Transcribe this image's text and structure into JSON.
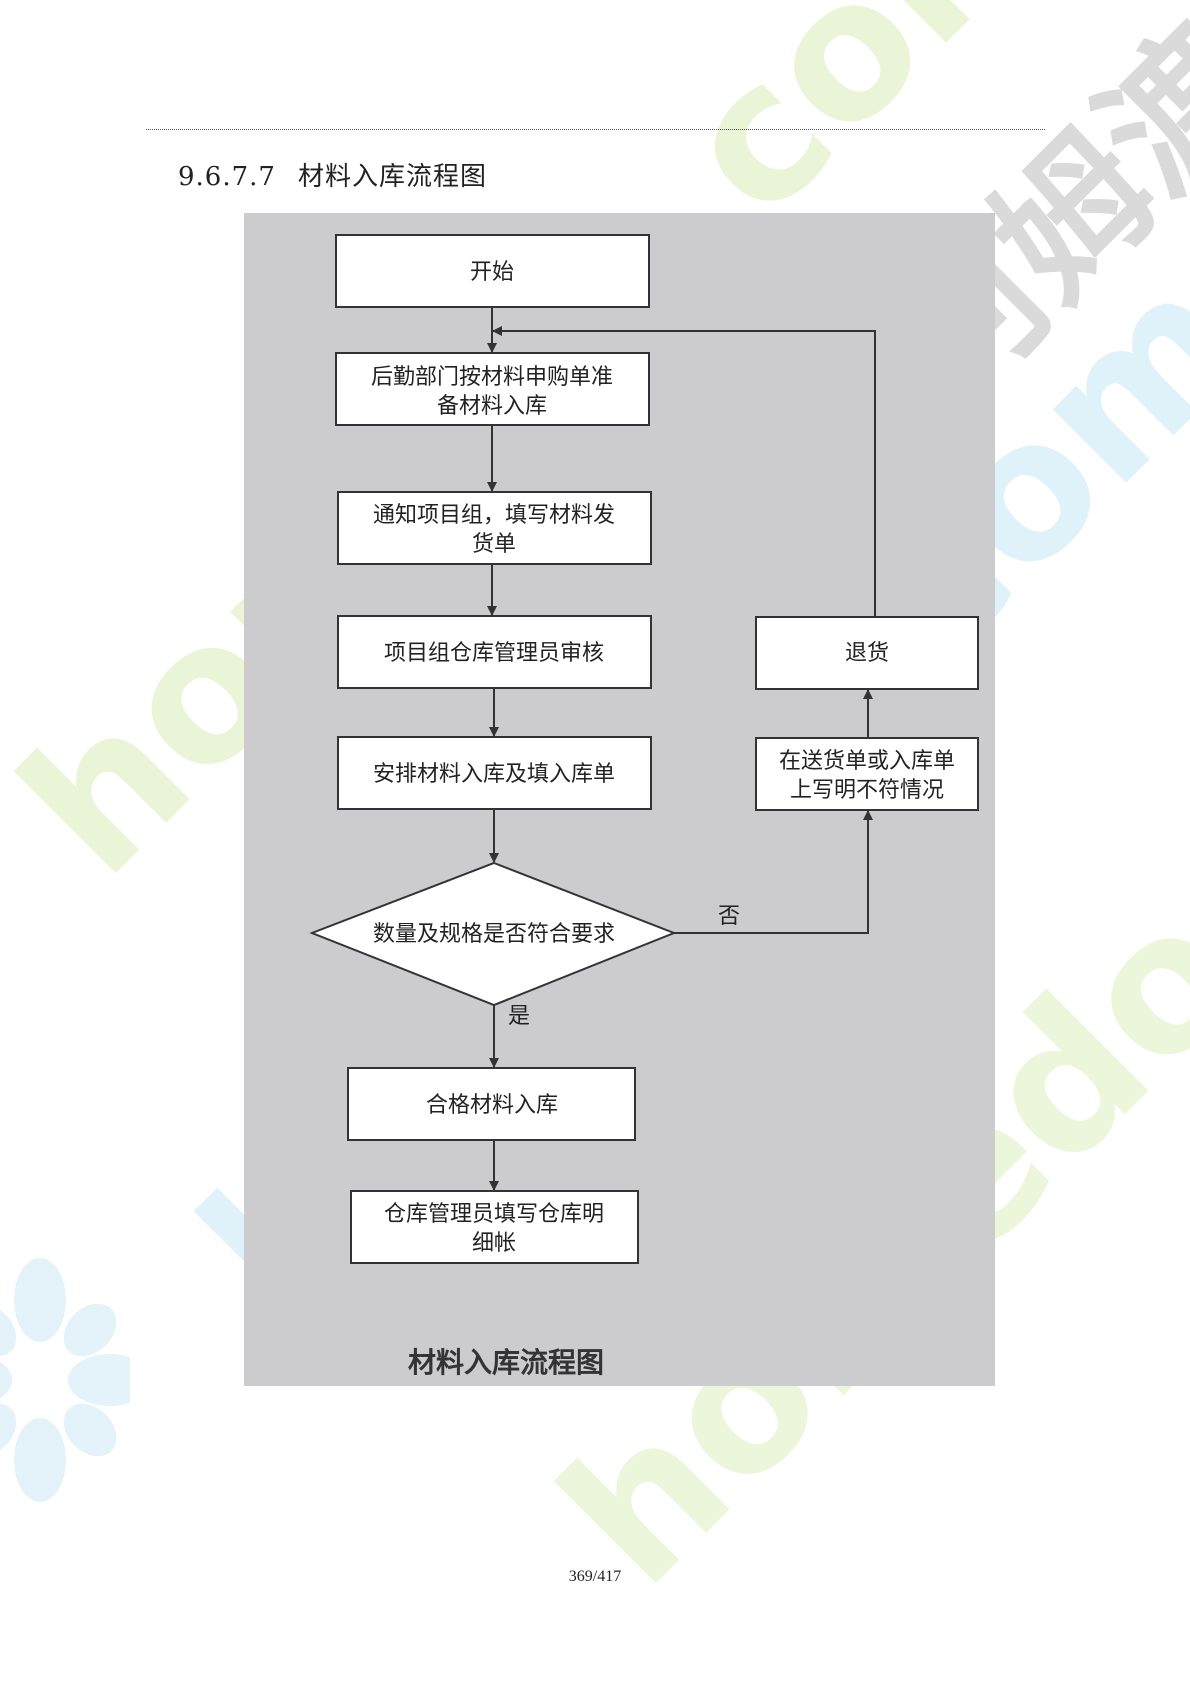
{
  "heading": {
    "number": "9.6.7.7",
    "title": "材料入库流程图"
  },
  "diagram": {
    "nodes": {
      "start": [
        "开始"
      ],
      "prepare": [
        "后勤部门按材料申购单准",
        "备材料入库"
      ],
      "notify": [
        "通知项目组，填写材料发",
        "货单"
      ],
      "review": [
        "项目组仓库管理员审核"
      ],
      "arrange": [
        "安排材料入库及填入库单"
      ],
      "decision": [
        "数量及规格是否符合要求"
      ],
      "accept": [
        "合格材料入库"
      ],
      "ledger": [
        "仓库管理员填写仓库明",
        "细帐"
      ],
      "note": [
        "在送货单或入库单",
        "上写明不符情况"
      ],
      "return": [
        "退货"
      ]
    },
    "edge_labels": {
      "no": "否",
      "yes": "是"
    },
    "caption": "材料入库流程图"
  },
  "watermark": {
    "cn": "河姆渡",
    "en": "homedo.com"
  },
  "page_number": "369/417"
}
